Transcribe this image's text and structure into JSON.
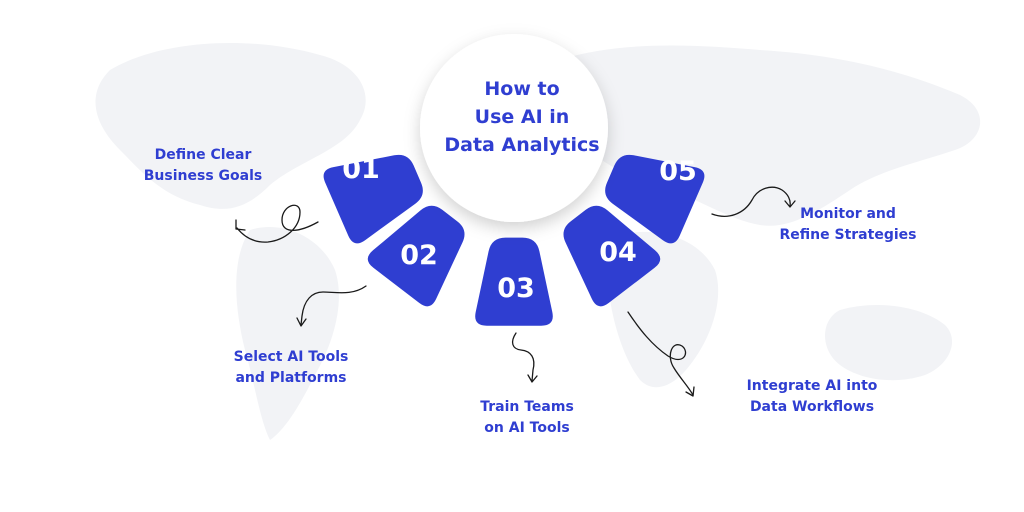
{
  "title": {
    "line1": "How to",
    "line2": "Use AI in",
    "line3": "Data Analytics"
  },
  "colors": {
    "accent": "#2f3ed1",
    "step_fill": "#2f3ed1",
    "map_tint": "#f2f3f6",
    "circle": "#ffffff",
    "arrow": "#1a1a1a"
  },
  "steps": [
    {
      "number": "01",
      "label_line1": "Define Clear",
      "label_line2": "Business Goals"
    },
    {
      "number": "02",
      "label_line1": "Select AI Tools",
      "label_line2": "and Platforms"
    },
    {
      "number": "03",
      "label_line1": "Train Teams",
      "label_line2": "on AI Tools"
    },
    {
      "number": "04",
      "label_line1": "Integrate AI into",
      "label_line2": "Data Workflows"
    },
    {
      "number": "05",
      "label_line1": "Monitor and",
      "label_line2": "Refine Strategies"
    }
  ]
}
